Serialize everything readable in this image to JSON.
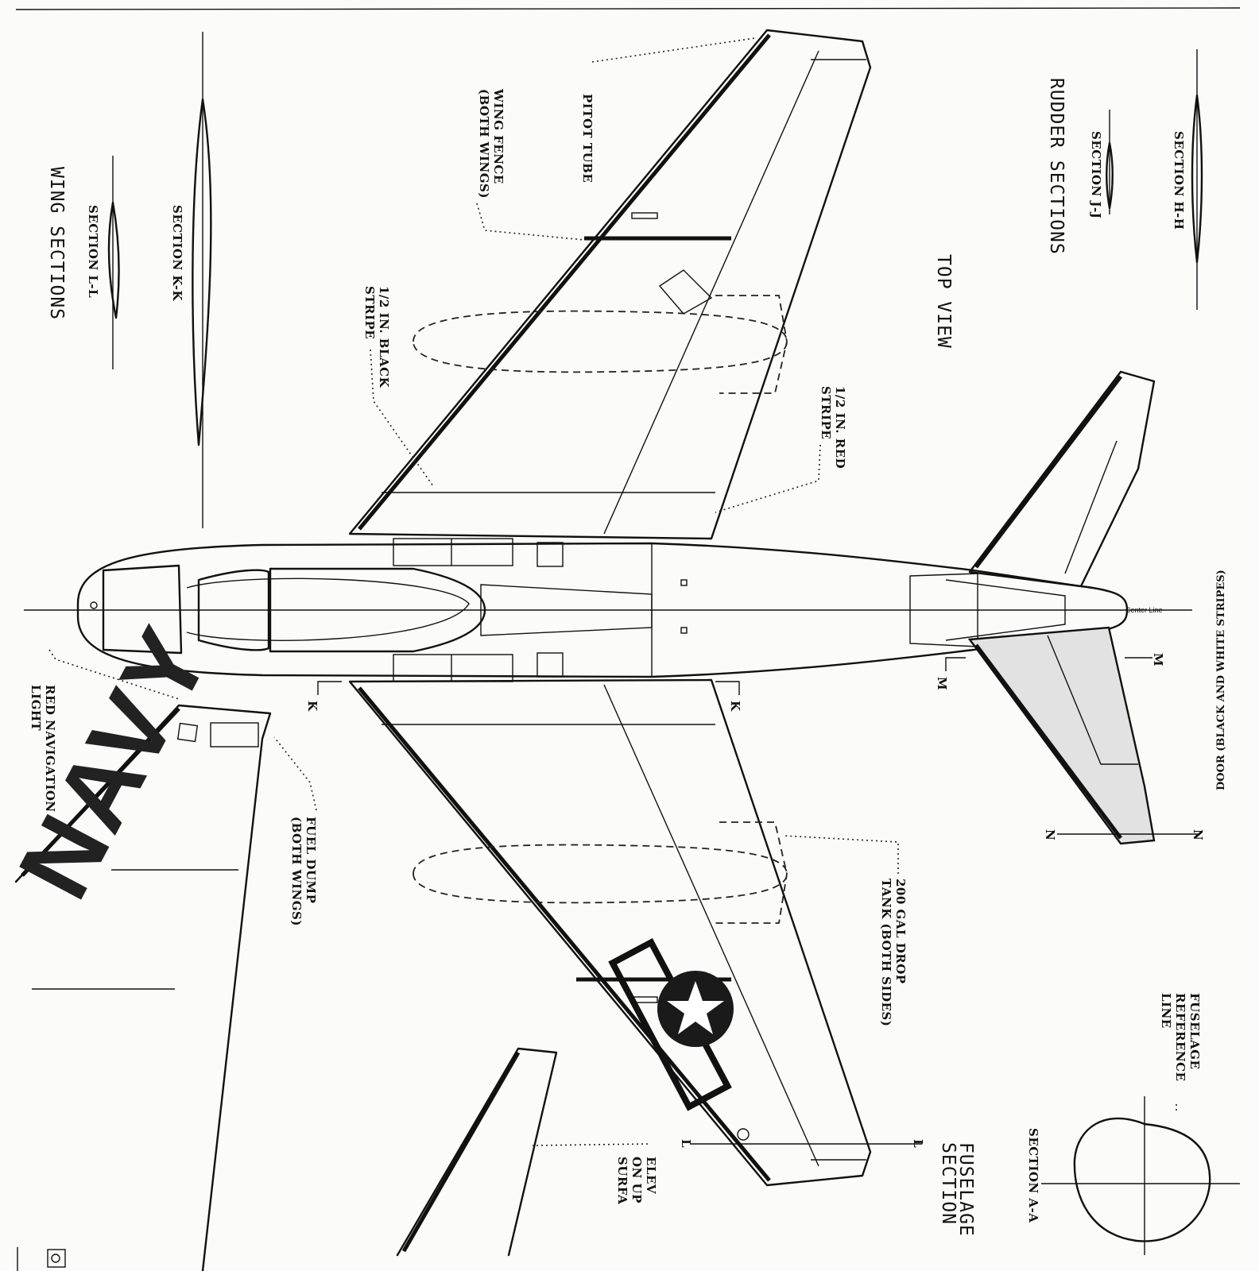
{
  "labels": {
    "section_hh": "SECTION H-H",
    "section_jj": "SECTION J-J",
    "rudder_sections": "RUDDER SECTIONS",
    "top_view": "TOP VIEW",
    "wing_sections": "WING SECTIONS",
    "section_kk": "SECTION K-K",
    "section_ll": "SECTION L-L",
    "pitot_tube": "PITOT TUBE",
    "wing_fence_1": "WING FENCE",
    "wing_fence_2": "(BOTH WINGS)",
    "black_stripe_1": "1/2 IN. BLACK",
    "black_stripe_2": "STRIPE",
    "red_stripe_1": "1/2 IN. RED",
    "red_stripe_2": "STRIPE",
    "red_nav_light_1": "RED NAVIGATION",
    "red_nav_light_2": "LIGHT",
    "fuel_dump_1": "FUEL DUMP",
    "fuel_dump_2": "(BOTH WINGS)",
    "drop_tank_1": "200 GAL DROP",
    "drop_tank_2": "TANK (BOTH SIDES)",
    "fuselage_ref_1": "FUSELAGE",
    "fuselage_ref_2": "REFERENCE",
    "fuselage_ref_3": "LINE",
    "section_aa": "SECTION A-A",
    "fuselage_section_1": "FUSELAGE",
    "fuselage_section_2": "SECTION",
    "elevator_note_1": "ELEV",
    "elevator_note_2": "ON UP",
    "elevator_note_3": "SURFA",
    "partial_stripes_note": "DOOR (BLACK AND WHITE STRIPES)",
    "center_line": "Center Line",
    "cut_k": "K",
    "cut_l": "L",
    "cut_m": "M",
    "cut_n": "N",
    "navy_marking": "NAVY"
  }
}
